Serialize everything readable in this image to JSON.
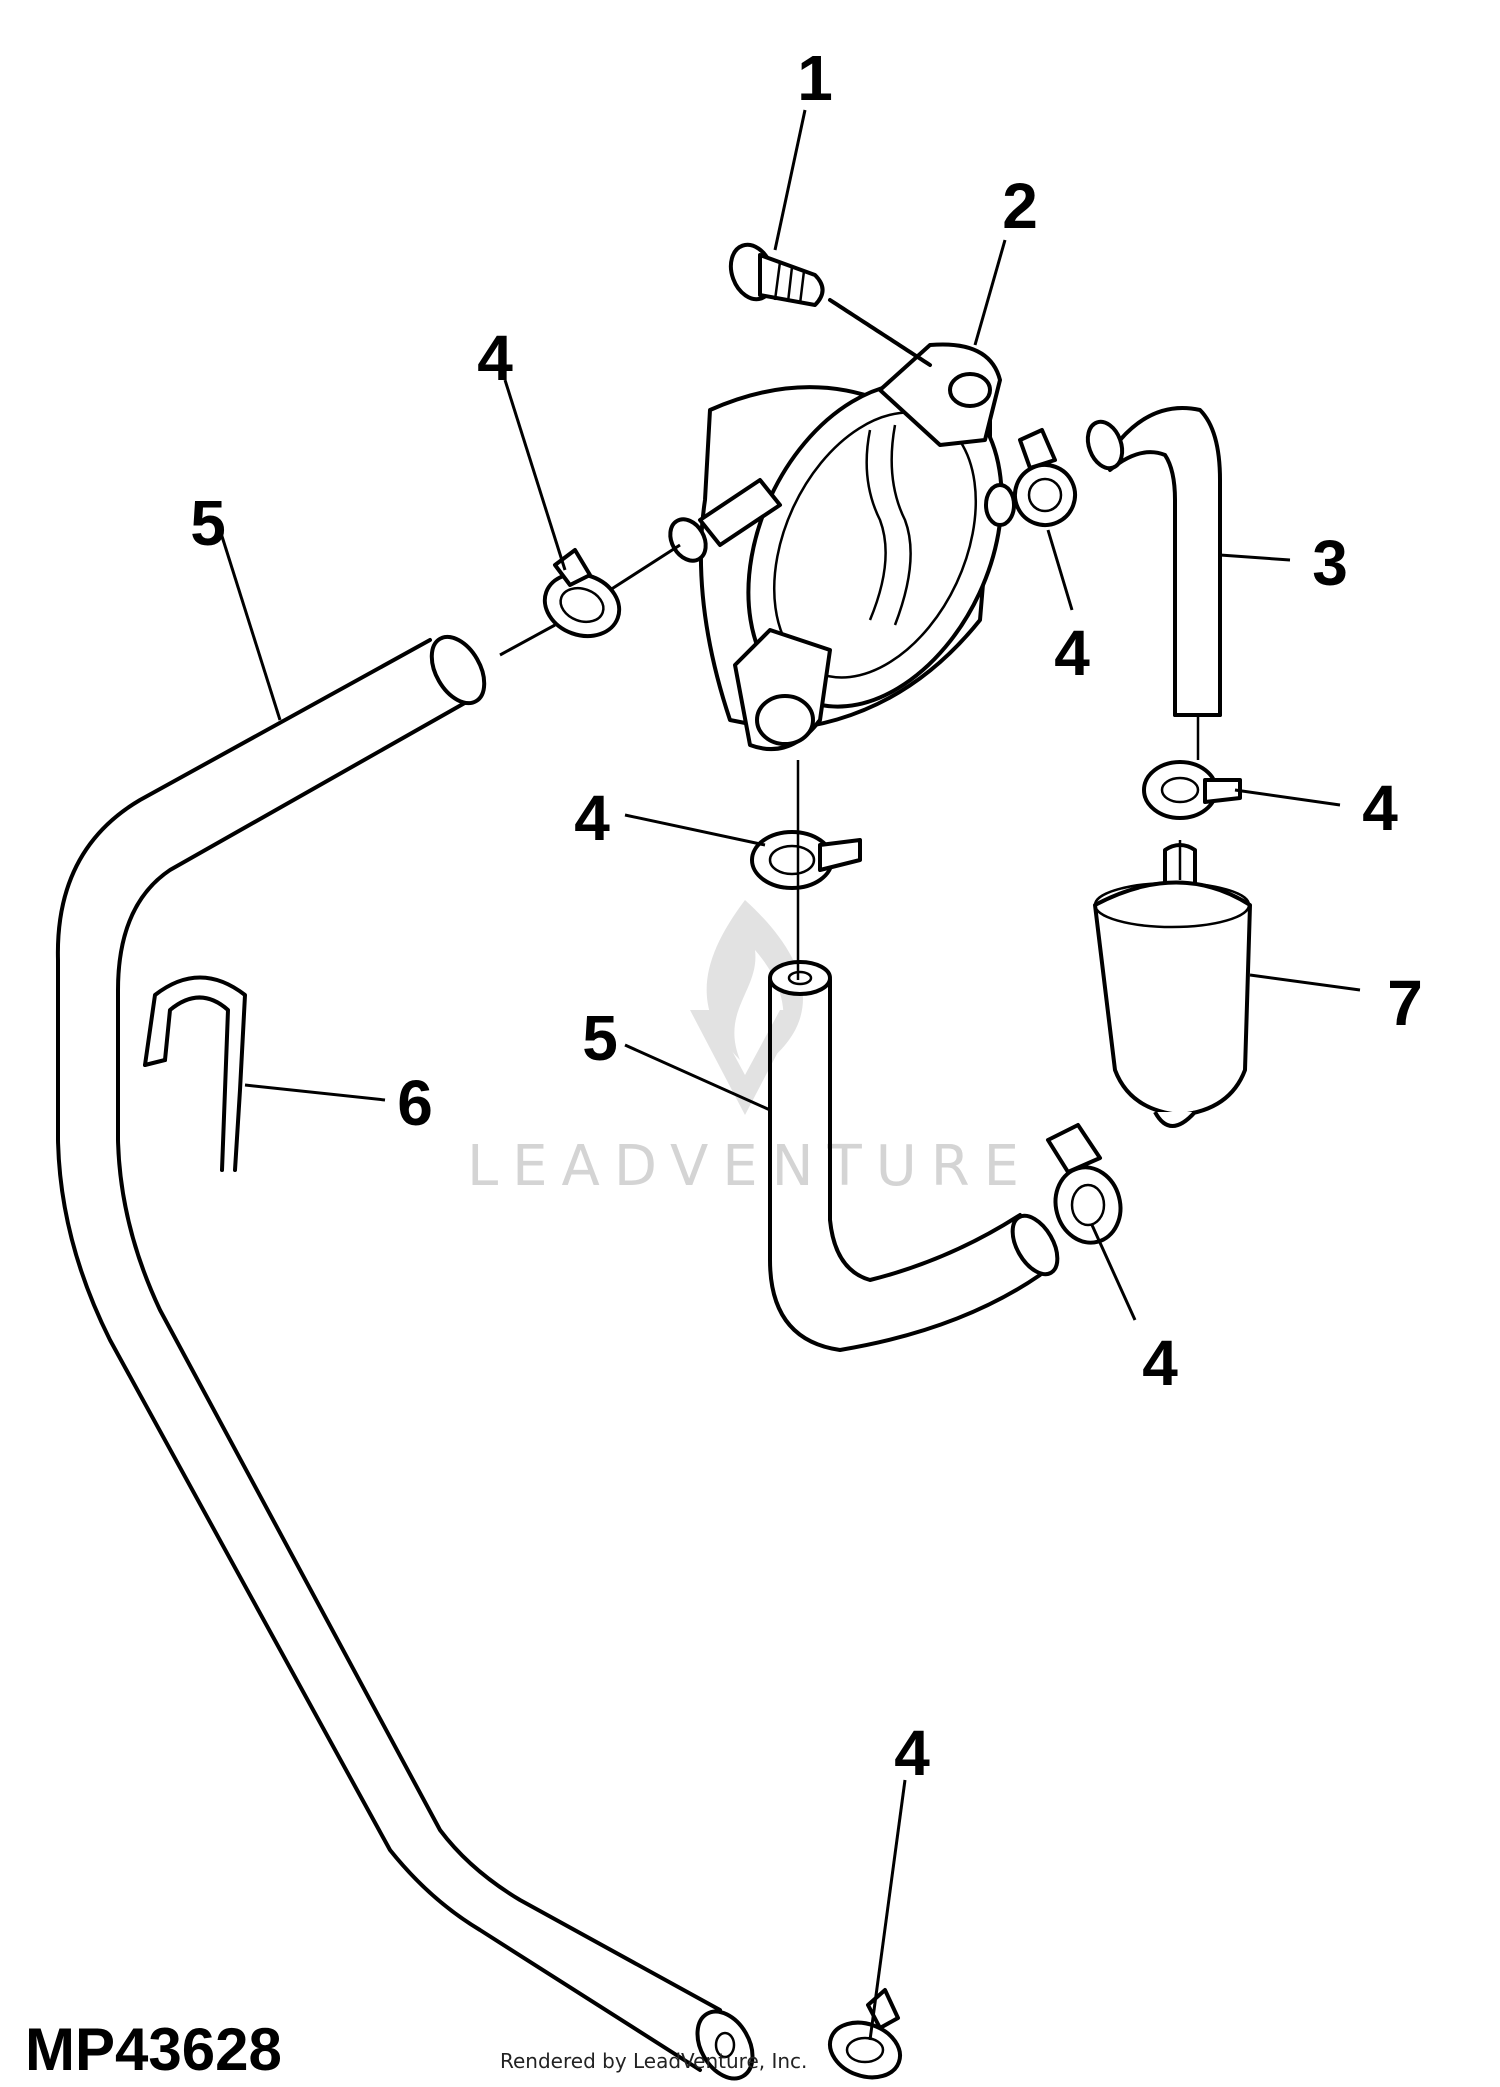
{
  "figure_id": "MP43628",
  "credit": "Rendered by LeadVenture, Inc.",
  "watermark": "LEADVENTURE",
  "callouts": {
    "c1": "1",
    "c2": "2",
    "c3": "3",
    "c4a": "4",
    "c4b": "4",
    "c4c": "4",
    "c4d": "4",
    "c4e": "4",
    "c4f": "4",
    "c5a": "5",
    "c5b": "5",
    "c6": "6",
    "c7": "7"
  }
}
